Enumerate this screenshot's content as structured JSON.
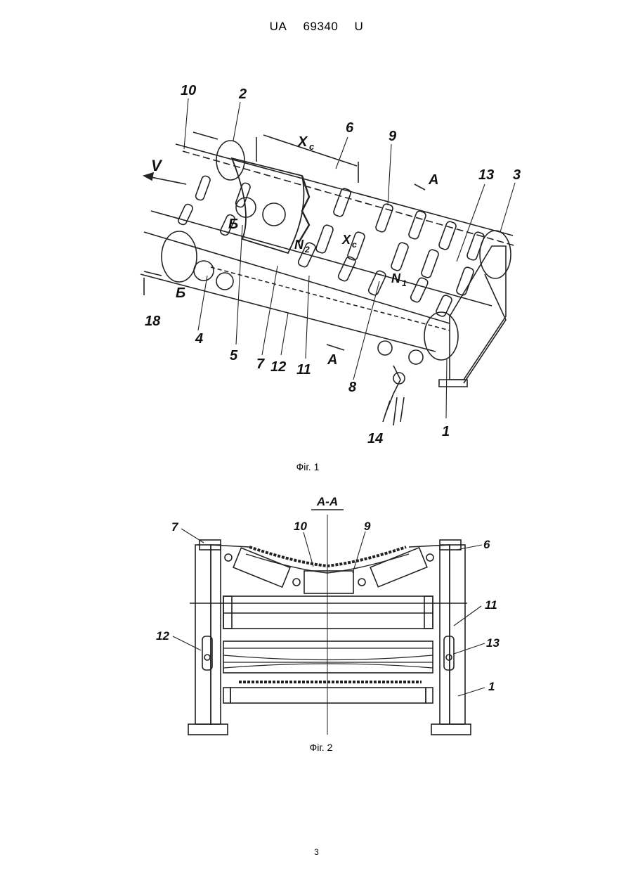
{
  "header": {
    "country": "UA",
    "number": "69340",
    "kind": "U"
  },
  "figure1": {
    "caption": "Фіг. 1",
    "labels": {
      "l10": "10",
      "l2": "2",
      "l6": "6",
      "l9": "9",
      "l13": "13",
      "l3": "3",
      "lV": "V",
      "lXc1": "X",
      "lXc1sub": "c",
      "lXc2": "X",
      "lXc2sub": "c",
      "lA1": "A",
      "lA2": "A",
      "lB1": "Б",
      "lB2": "Б",
      "lN2": "N",
      "lN2sub": "2",
      "lN1": "N",
      "lN1sub": "1",
      "l18": "18",
      "l4": "4",
      "l5": "5",
      "l7": "7",
      "l12": "12",
      "l11": "11",
      "l8": "8",
      "l14": "14",
      "l1": "1"
    }
  },
  "figure2": {
    "section": "A-A",
    "caption": "Фіг. 2",
    "labels": {
      "l7": "7",
      "l10": "10",
      "l9": "9",
      "l6": "6",
      "l11": "11",
      "l12": "12",
      "l13": "13",
      "l1": "1"
    }
  },
  "page_number": "3"
}
